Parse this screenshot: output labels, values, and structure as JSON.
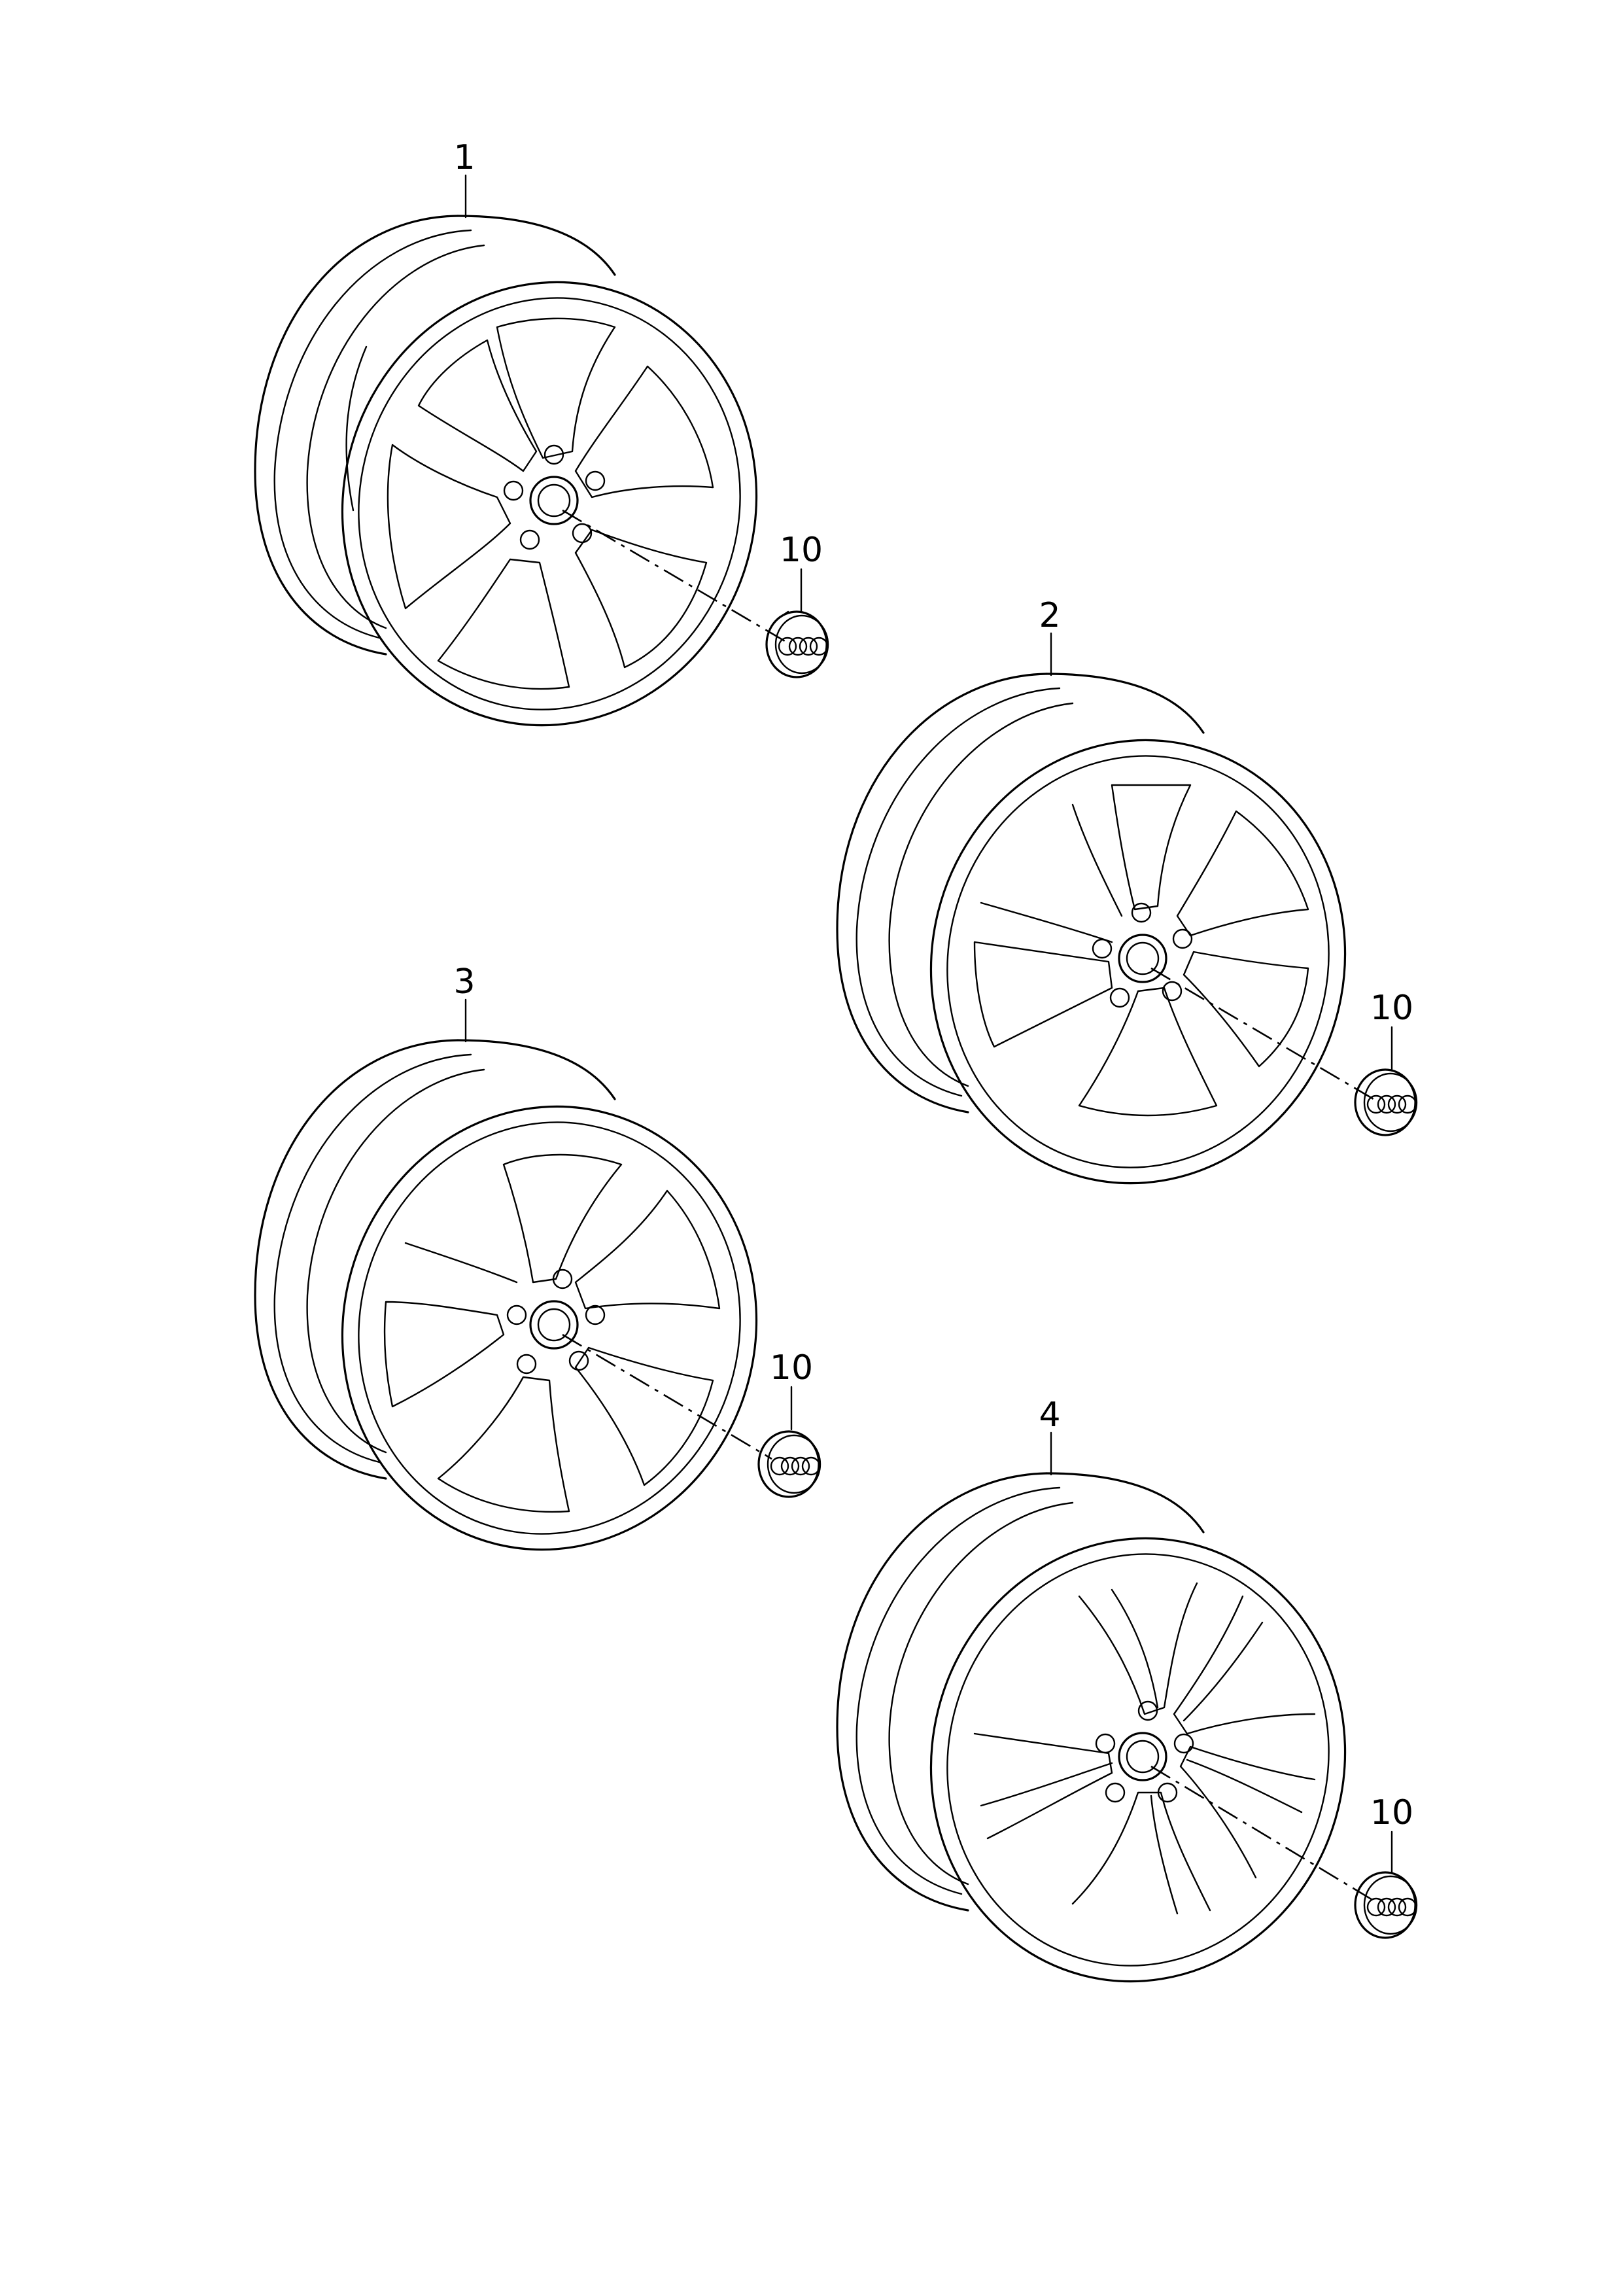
{
  "parts": [
    {
      "label": "1",
      "cap_label": "10"
    },
    {
      "label": "2",
      "cap_label": "10"
    },
    {
      "label": "3",
      "cap_label": "10"
    },
    {
      "label": "4",
      "cap_label": "10"
    }
  ]
}
